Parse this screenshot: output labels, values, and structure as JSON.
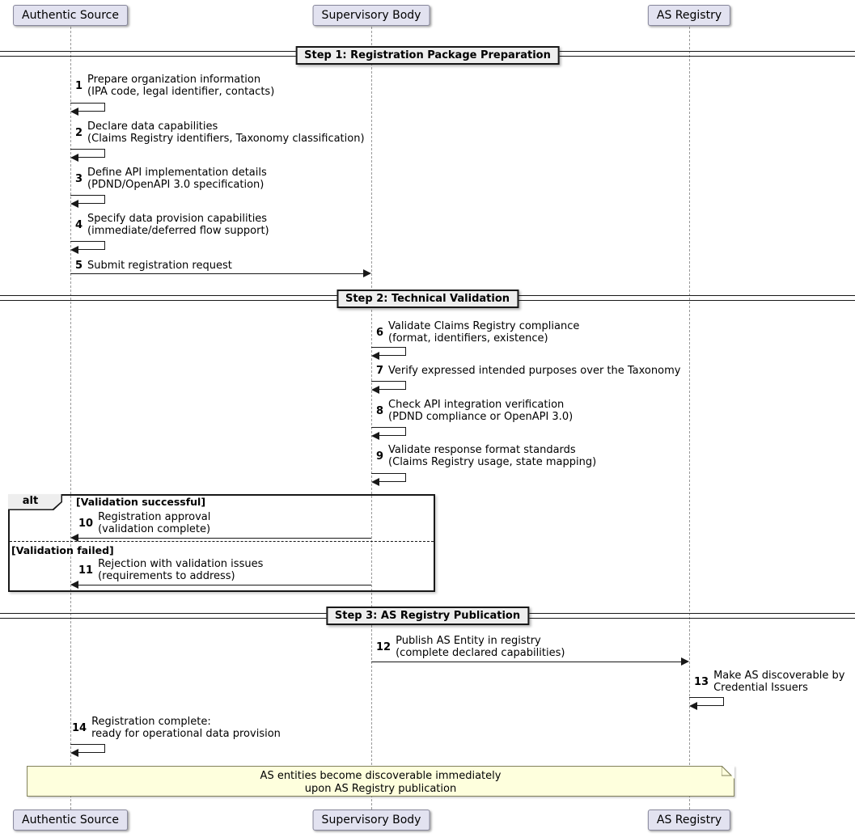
{
  "diagram_type": "sequence-diagram",
  "colors": {
    "participant_fill": "#E2E2F0",
    "participant_border": "#87879b",
    "divider_fill": "#EEEEEE",
    "frame_border": "#181818",
    "line": "#181818",
    "lifeline": "#999999",
    "note_fill": "#FEFFDD",
    "note_border": "#81815c"
  },
  "participants": [
    {
      "name": "Authentic Source"
    },
    {
      "name": "Supervisory Body"
    },
    {
      "name": "AS Registry"
    }
  ],
  "dividers": [
    {
      "label": "Step 1: Registration Package Preparation"
    },
    {
      "label": "Step 2: Technical Validation"
    },
    {
      "label": "Step 3: AS Registry Publication"
    }
  ],
  "messages": [
    {
      "num": "1",
      "line1": "Prepare organization information",
      "line2": "(IPA code, legal identifier, contacts)"
    },
    {
      "num": "2",
      "line1": "Declare data capabilities",
      "line2": "(Claims Registry identifiers, Taxonomy classification)"
    },
    {
      "num": "3",
      "line1": "Define API implementation details",
      "line2": "(PDND/OpenAPI 3.0 specification)"
    },
    {
      "num": "4",
      "line1": "Specify data provision capabilities",
      "line2": "(immediate/deferred flow support)"
    },
    {
      "num": "5",
      "line1": "Submit registration request",
      "line2": ""
    },
    {
      "num": "6",
      "line1": "Validate Claims Registry compliance",
      "line2": "(format, identifiers, existence)"
    },
    {
      "num": "7",
      "line1": "Verify expressed intended purposes over the Taxonomy",
      "line2": ""
    },
    {
      "num": "8",
      "line1": "Check API integration verification",
      "line2": "(PDND compliance or OpenAPI 3.0)"
    },
    {
      "num": "9",
      "line1": "Validate response format standards",
      "line2": "(Claims Registry usage, state mapping)"
    },
    {
      "num": "10",
      "line1": "Registration approval",
      "line2": "(validation complete)"
    },
    {
      "num": "11",
      "line1": "Rejection with validation issues",
      "line2": "(requirements to address)"
    },
    {
      "num": "12",
      "line1": "Publish AS Entity in registry",
      "line2": "(complete declared capabilities)"
    },
    {
      "num": "13",
      "line1": "Make AS discoverable by",
      "line2": "Credential Issuers"
    },
    {
      "num": "14",
      "line1": "Registration complete:",
      "line2": "ready for operational data provision"
    }
  ],
  "alt_frame": {
    "operator": "alt",
    "guards": [
      "[Validation successful]",
      "[Validation failed]"
    ]
  },
  "note": {
    "line1": "AS entities become discoverable immediately",
    "line2": "upon AS Registry publication"
  }
}
